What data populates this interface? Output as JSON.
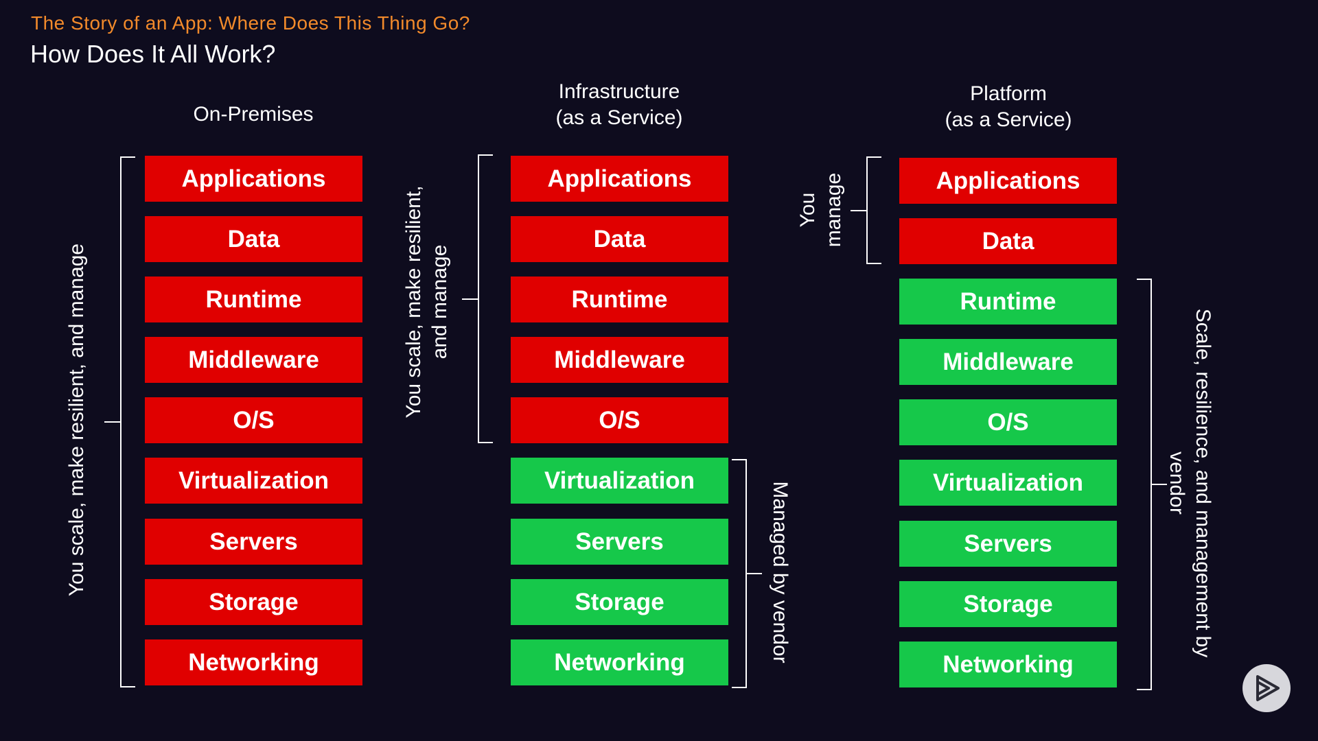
{
  "header": {
    "subtitle": "The Story of an App: Where Does This Thing Go?",
    "title": "How Does It All Work?"
  },
  "columns": [
    {
      "heading_lines": [
        "On-Premises"
      ],
      "brace_labels": [
        {
          "lines": [
            "You scale, make resilient, and manage"
          ]
        }
      ],
      "layers": [
        {
          "label": "Applications",
          "status": "red"
        },
        {
          "label": "Data",
          "status": "red"
        },
        {
          "label": "Runtime",
          "status": "red"
        },
        {
          "label": "Middleware",
          "status": "red"
        },
        {
          "label": "O/S",
          "status": "red"
        },
        {
          "label": "Virtualization",
          "status": "red"
        },
        {
          "label": "Servers",
          "status": "red"
        },
        {
          "label": "Storage",
          "status": "red"
        },
        {
          "label": "Networking",
          "status": "red"
        }
      ]
    },
    {
      "heading_lines": [
        "Infrastructure",
        "(as a Service)"
      ],
      "brace_labels": [
        {
          "lines": [
            "You scale, make resilient,",
            "and manage"
          ]
        },
        {
          "lines": [
            "Managed by vendor"
          ]
        }
      ],
      "layers": [
        {
          "label": "Applications",
          "status": "red"
        },
        {
          "label": "Data",
          "status": "red"
        },
        {
          "label": "Runtime",
          "status": "red"
        },
        {
          "label": "Middleware",
          "status": "red"
        },
        {
          "label": "O/S",
          "status": "red"
        },
        {
          "label": "Virtualization",
          "status": "green"
        },
        {
          "label": "Servers",
          "status": "green"
        },
        {
          "label": "Storage",
          "status": "green"
        },
        {
          "label": "Networking",
          "status": "green"
        }
      ]
    },
    {
      "heading_lines": [
        "Platform",
        "(as a Service)"
      ],
      "brace_labels": [
        {
          "lines": [
            "You",
            "manage"
          ]
        },
        {
          "lines": [
            "Scale, resilience, and management by",
            "vendor"
          ]
        }
      ],
      "layers": [
        {
          "label": "Applications",
          "status": "red"
        },
        {
          "label": "Data",
          "status": "red"
        },
        {
          "label": "Runtime",
          "status": "green"
        },
        {
          "label": "Middleware",
          "status": "green"
        },
        {
          "label": "O/S",
          "status": "green"
        },
        {
          "label": "Virtualization",
          "status": "green"
        },
        {
          "label": "Servers",
          "status": "green"
        },
        {
          "label": "Storage",
          "status": "green"
        },
        {
          "label": "Networking",
          "status": "green"
        }
      ]
    }
  ],
  "colors": {
    "background": "#0e0c1e",
    "subtitle": "#f28a2b",
    "managed_by_you": "#e00000",
    "managed_by_vendor": "#16c84a"
  },
  "controls": {
    "play_icon": "play-icon"
  }
}
